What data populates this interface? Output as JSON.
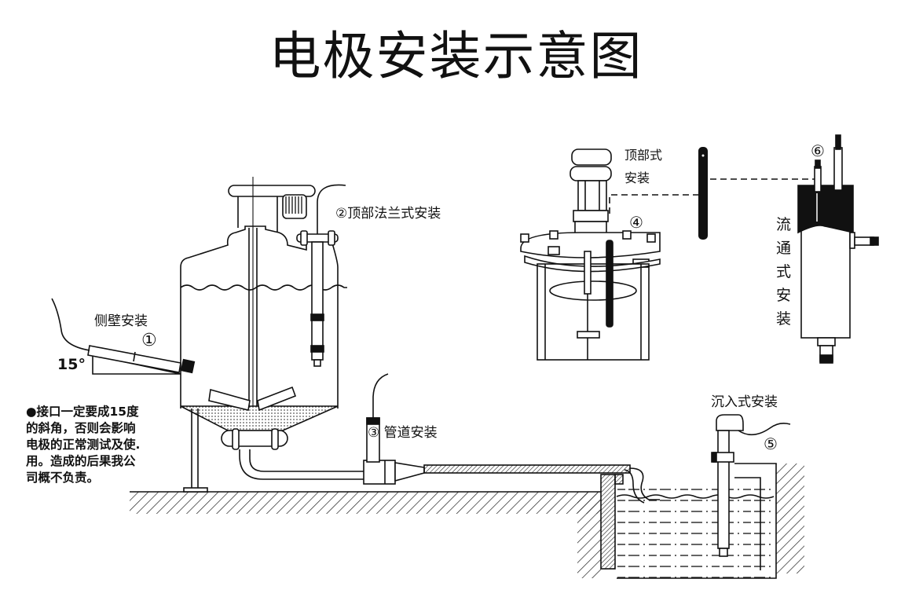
{
  "title": "电极安装示意图",
  "labels": {
    "side_wall": "侧壁安装",
    "side_wall_num": "①",
    "angle": "15°",
    "top_flange": "②顶部法兰式安装",
    "pipe": "③ 管道安装",
    "top_mount_line1": "顶部式",
    "top_mount_line2": "安装",
    "top_mount_num": "④",
    "immersion": "沉入式安装",
    "immersion_num": "⑤",
    "flow_num": "⑥",
    "flow_chars": [
      "流",
      "通",
      "式",
      "安",
      "装"
    ]
  },
  "note": {
    "lines": [
      "●接口一定要成15度",
      "的斜角，否则会影响",
      "电极的正常测试及使.",
      "用。造成的后果我公",
      "司概不负责。"
    ]
  }
}
